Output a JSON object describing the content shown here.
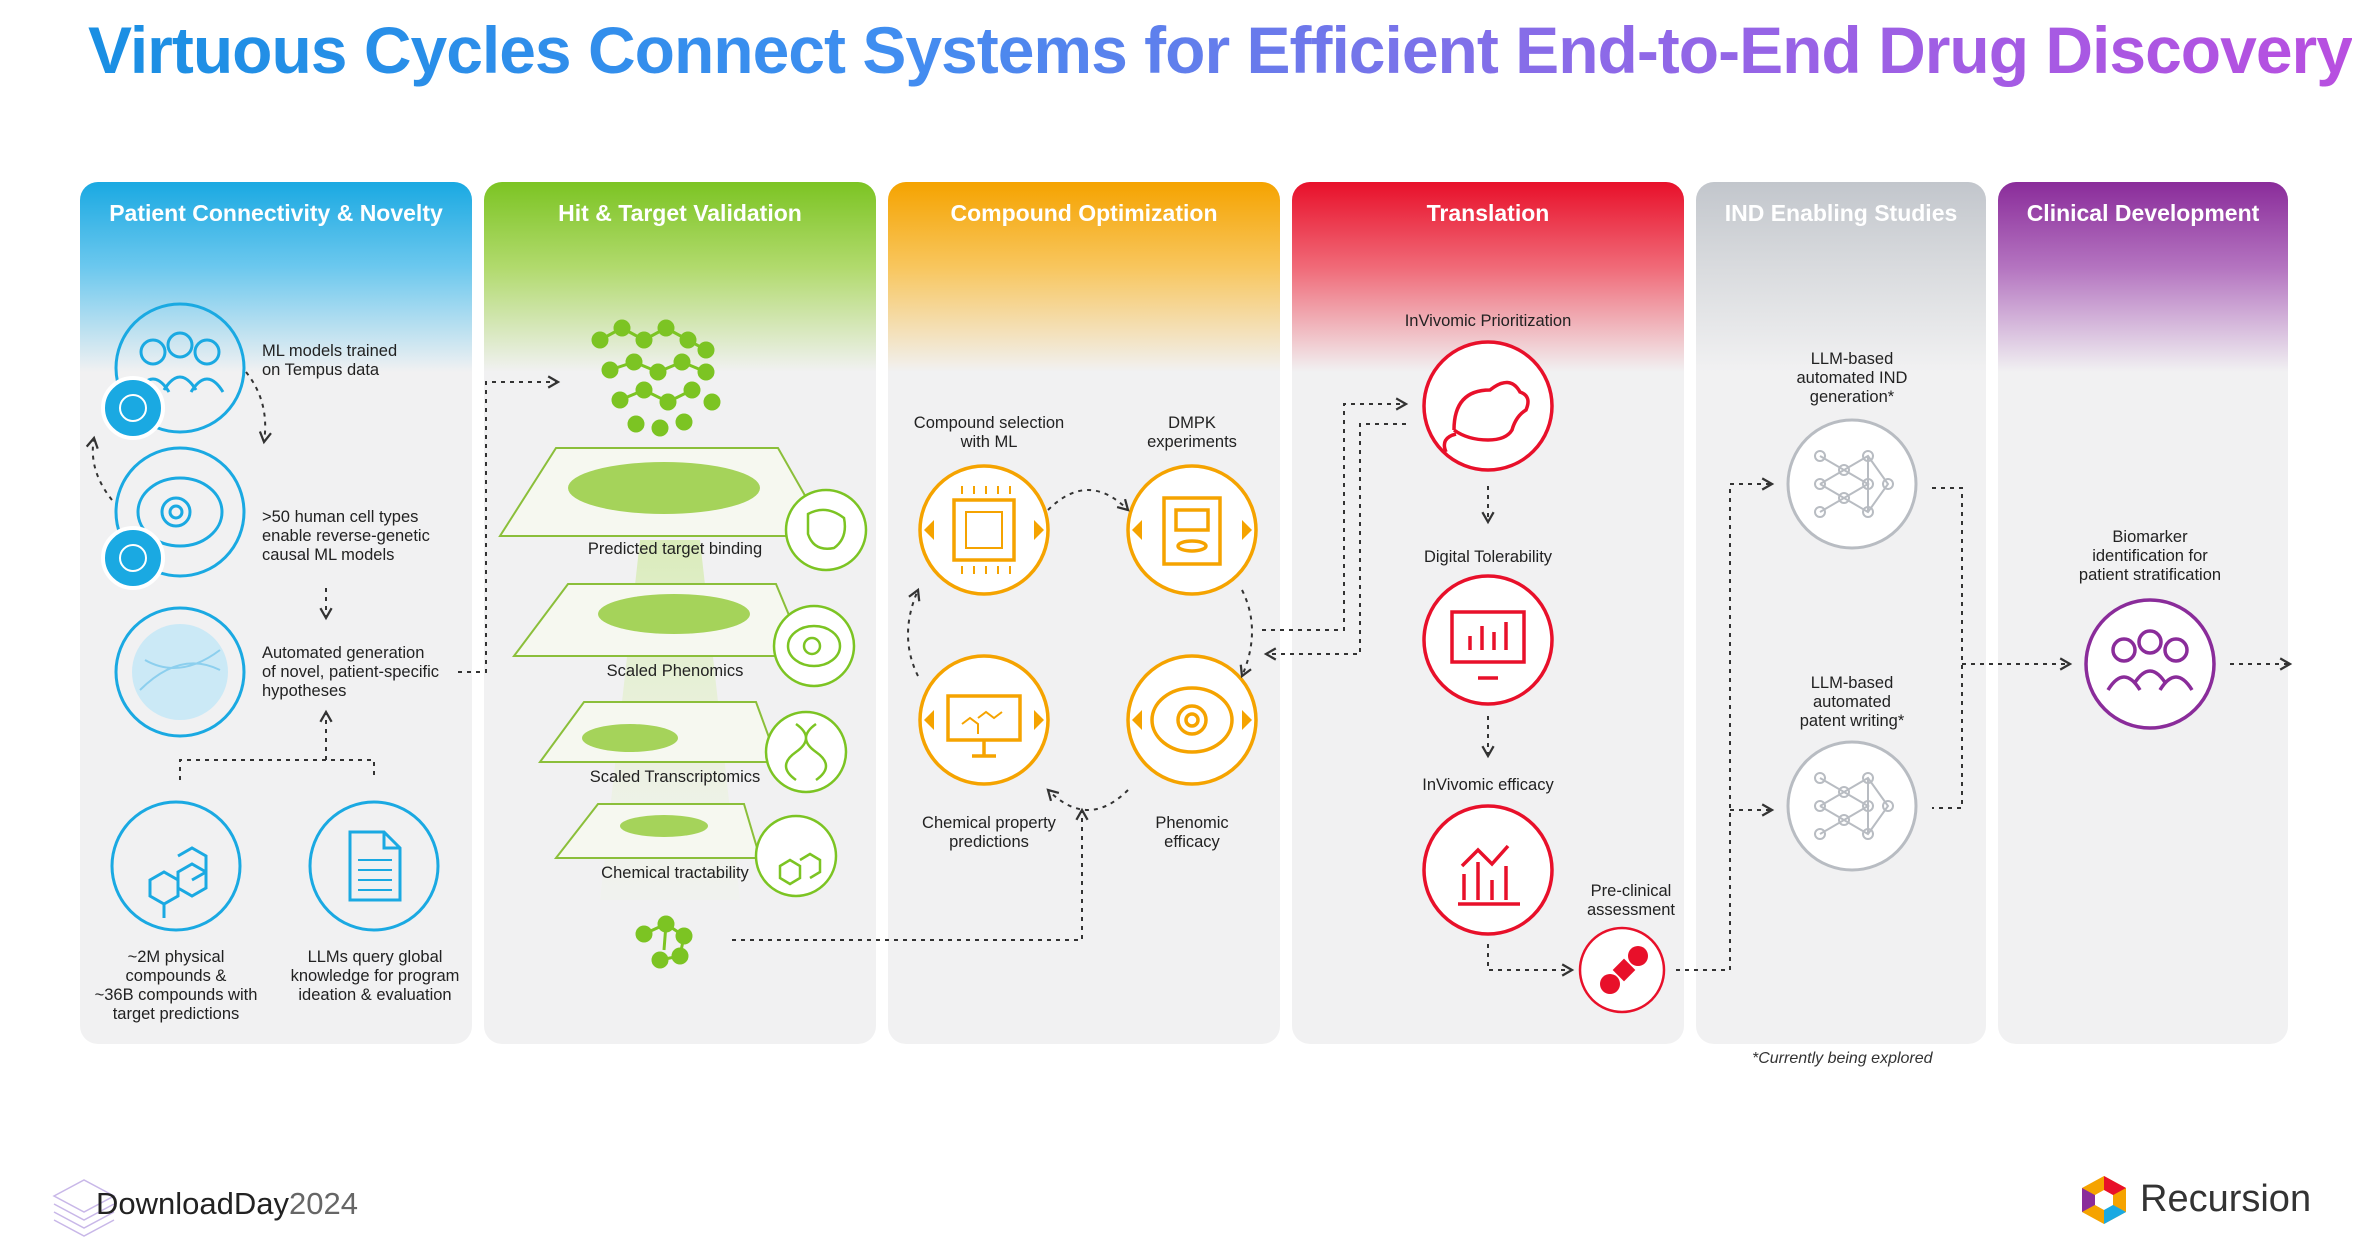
{
  "title": "Virtuous Cycles Connect Systems for Efficient End-to-End Drug Discovery",
  "columns": [
    {
      "id": "patient",
      "label": "Patient Connectivity & Novelty",
      "color": "#1aa9e2"
    },
    {
      "id": "hit",
      "label": "Hit & Target Validation",
      "color": "#7cc423"
    },
    {
      "id": "compound",
      "label": "Compound Optimization",
      "color": "#f5a300"
    },
    {
      "id": "translation",
      "label": "Translation",
      "color": "#e8102a"
    },
    {
      "id": "ind",
      "label": "IND Enabling Studies",
      "color": "#c2c6cc"
    },
    {
      "id": "clinical",
      "label": "Clinical Development",
      "color": "#8a2c9a"
    }
  ],
  "patient": {
    "tempus": [
      "ML models trained",
      "on Tempus data"
    ],
    "cells": [
      ">50 human cell types",
      "enable reverse-genetic",
      "causal ML models"
    ],
    "hypotheses": [
      "Automated generation",
      "of novel, patient-specific",
      "hypotheses"
    ],
    "compounds": [
      "~2M physical",
      "compounds &",
      "~36B compounds with",
      "target predictions"
    ],
    "llm": [
      "LLMs query global",
      "knowledge for program",
      "ideation & evaluation"
    ]
  },
  "hit": {
    "binding": "Predicted target binding",
    "phenomics": "Scaled Phenomics",
    "transcriptomics": "Scaled Transcriptomics",
    "tractability": "Chemical tractability"
  },
  "compound": {
    "selection": [
      "Compound selection",
      "with ML"
    ],
    "dmpk": [
      "DMPK",
      "experiments"
    ],
    "property": [
      "Chemical property",
      "predictions"
    ],
    "phenomic": [
      "Phenomic",
      "efficacy"
    ]
  },
  "translation": {
    "prioritization": "InVivomic Prioritization",
    "tolerability": "Digital Tolerability",
    "efficacy": "InVivomic efficacy",
    "preclinical": [
      "Pre-clinical",
      "assessment"
    ]
  },
  "ind": {
    "generation": [
      "LLM-based",
      "automated IND",
      "generation*"
    ],
    "writing": [
      "LLM-based",
      "automated",
      "patent writing*"
    ]
  },
  "clinical": {
    "biomarker": [
      "Biomarker",
      "identification for",
      "patient stratification"
    ]
  },
  "footnote": "*Currently being explored",
  "footer": {
    "event": "DownloadDay",
    "year": "2024",
    "brand": "Recursion"
  }
}
